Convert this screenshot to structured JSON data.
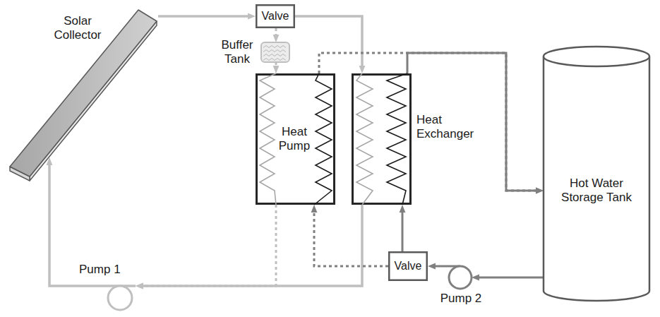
{
  "diagram": {
    "nodes": [
      {
        "text": [
          "Solar Collector"
        ]
      },
      {
        "text": [
          "Valve"
        ]
      },
      {
        "text": [
          "Buffer Tank"
        ]
      },
      {
        "text": [
          "Heat Pump"
        ]
      },
      {
        "text": [
          "Heat Exchanger"
        ]
      },
      {
        "text": [
          "Hot Water Storage Tank"
        ]
      },
      {
        "text": [
          "Pump 1"
        ]
      },
      {
        "text": [
          "Valve"
        ]
      },
      {
        "text": [
          "Pump 2"
        ]
      }
    ],
    "edges": [
      {
        "from": 0,
        "to": 1,
        "arrow": "to"
      },
      {
        "from": 1,
        "to": 4,
        "arrow": "to"
      },
      {
        "from": 1,
        "to": 2,
        "arrow": "to"
      },
      {
        "from": 2,
        "to": 3,
        "arrow": "to"
      },
      {
        "from": 3,
        "to": 6,
        "arrow": "to"
      },
      {
        "from": 4,
        "to": 6,
        "arrow": "to"
      },
      {
        "from": 6,
        "to": 0,
        "arrow": "to"
      },
      {
        "from": 5,
        "to": 8,
        "arrow": "to"
      },
      {
        "from": 8,
        "to": 7,
        "arrow": "to"
      },
      {
        "from": 7,
        "to": 4,
        "arrow": "to"
      },
      {
        "from": 7,
        "to": 3,
        "arrow": "to"
      },
      {
        "from": 3,
        "to": 5,
        "arrow": "to"
      },
      {
        "from": 4,
        "to": 5,
        "arrow": "to"
      }
    ]
  }
}
